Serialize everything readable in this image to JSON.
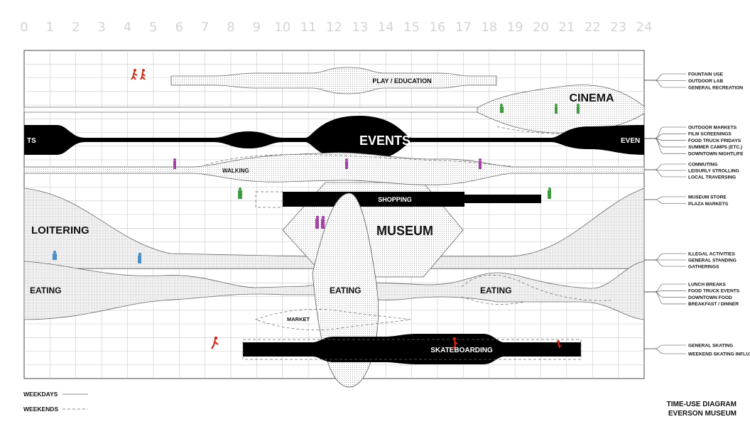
{
  "hours": [
    "0",
    "1",
    "2",
    "3",
    "4",
    "5",
    "6",
    "7",
    "8",
    "9",
    "10",
    "11",
    "12",
    "13",
    "14",
    "15",
    "16",
    "17",
    "18",
    "19",
    "20",
    "21",
    "22",
    "23",
    "24"
  ],
  "bands": {
    "play": "PLAY / EDUCATION",
    "cinema": "CINEMA",
    "events": "EVENTS",
    "events_left": "TS",
    "events_right": "EVEN",
    "walking": "WALKING",
    "shopping": "SHOPPING",
    "museum": "MUSEUM",
    "loitering": "LOITERING",
    "eating_left": "EATING",
    "eating_mid": "EATING",
    "eating_right": "EATING",
    "market": "MARKET",
    "skateboarding": "SKATEBOARDING"
  },
  "right_labels": {
    "play": [
      "FOUNTAIN USE",
      "OUTDOOR LAB",
      "GENERAL RECREATION"
    ],
    "events": [
      "OUTDOOR MARKETS",
      "FILM SCREENINGS",
      "FOOD TRUCK FRIDAYS",
      "SUMMER CAMPS (ETC.)",
      "DOWNTOWN NIGHTLIFE"
    ],
    "walking": [
      "COMMUTING",
      "LEISURLY STROLLING",
      "LOCAL TRAVERSING"
    ],
    "shopping": [
      "MUSEUM STORE",
      "PLAZA MARKETS"
    ],
    "loitering": [
      "ILLEGAL ACTIVITIES",
      "GENERAL STANDING",
      "GATHERINGS"
    ],
    "eating": [
      "LUNCH BREAKS",
      "FOOD TRUCK EVENTS",
      "DOWNTOWN FOOD",
      "BREAKFAST / DINNER"
    ],
    "skating": [
      "GENERAL SKATING",
      "WEEKEND SKATING INFLUX"
    ]
  },
  "legend": {
    "weekdays": "WEEKDAYS",
    "weekends": "WEEKENDS"
  },
  "title": {
    "line1": "TIME-USE DIAGRAM",
    "line2": "EVERSON MUSEUM"
  },
  "colors": {
    "pink_figure": "#a63fa6",
    "green_figure": "#3c9c3c",
    "red_figure": "#d02818",
    "blue_figure": "#4a8fc8",
    "grid": "#c8c8c8",
    "outline": "#555555"
  }
}
